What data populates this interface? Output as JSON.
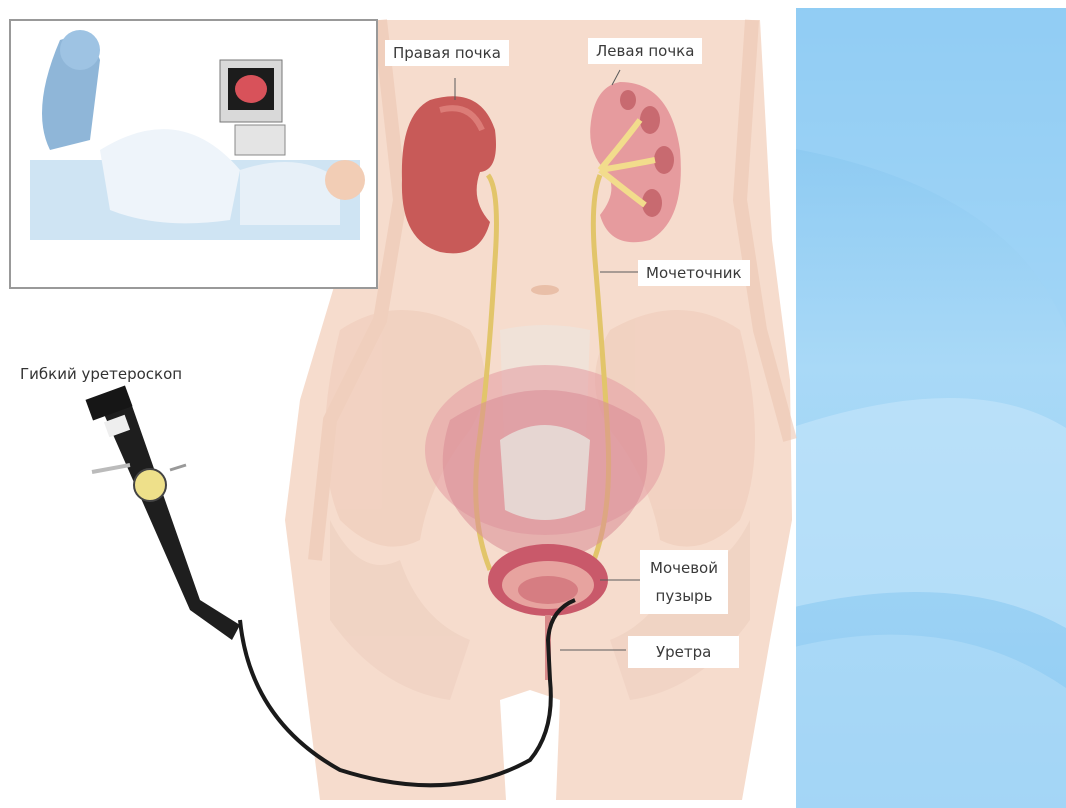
{
  "labels": {
    "right_kidney": "Правая почка",
    "left_kidney": "Левая почка",
    "ureter": "Мочеточник",
    "ureteroscope": "Гибкий уретероскоп",
    "bladder_line1": "Мочевой",
    "bladder_line2": "пузырь",
    "urethra": "Уретра"
  },
  "colors": {
    "background_blue": "#8fcbf2",
    "skin": "#f4d6c4",
    "kidney": "#c95a5a",
    "ureter": "#e2c56a",
    "bladder": "#d56c78",
    "scope": "#1e1e1e"
  },
  "icons": {
    "inset": "procedure-scene-illustration",
    "scope": "flexible-ureteroscope-icon"
  }
}
